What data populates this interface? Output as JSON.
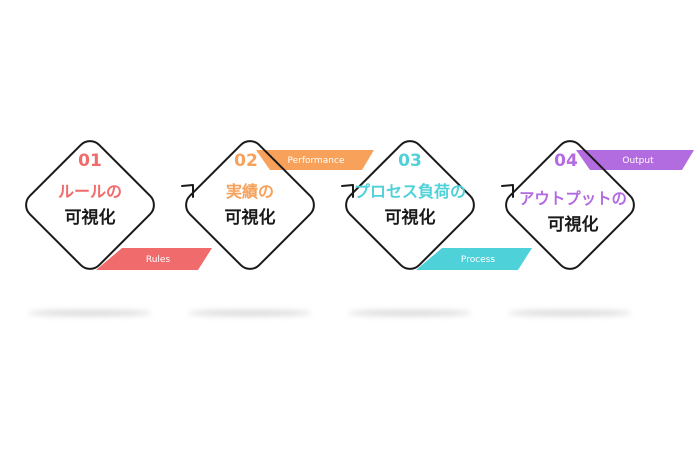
{
  "steps": [
    {
      "number": "01",
      "title_line1": "ルールの",
      "title_line2": "可視化",
      "tag": "Rules",
      "color": "#f06b6b"
    },
    {
      "number": "02",
      "title_line1": "実績の",
      "title_line2": "可視化",
      "tag": "Performance",
      "color": "#f7a15a"
    },
    {
      "number": "03",
      "title_line1": "プロセス負荷の",
      "title_line2": "可視化",
      "tag": "Process",
      "color": "#4fd1d9"
    },
    {
      "number": "04",
      "title_line1": "アウトプットの",
      "title_line2": "可視化",
      "tag": "Output",
      "color": "#b36be0"
    }
  ],
  "colors": {
    "outline": "#1a1a1a",
    "shadow": "#d9d9d9"
  }
}
